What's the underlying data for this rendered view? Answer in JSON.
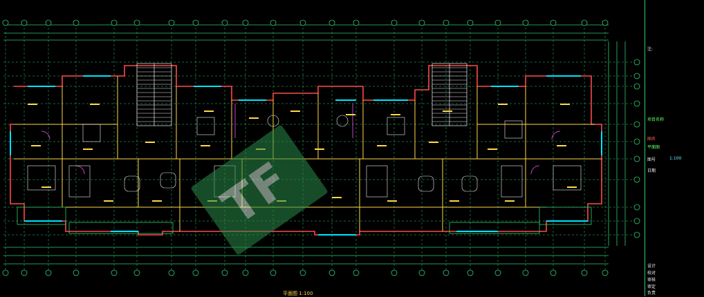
{
  "drawing": {
    "caption": "平面图 1:100",
    "colors": {
      "background": "#000000",
      "dimension": "#2ecc71",
      "wall": "#ff4a4a",
      "window": "#00e5ff",
      "text": "#ffd84a",
      "furniture": "#f2f2f2",
      "door": "#ff4dff"
    },
    "title_block": {
      "notes_heading": "注:",
      "project_label": "项目名称",
      "drawing_label": "图名",
      "drawing_name": "平面图",
      "number_label": "图号",
      "scale_value": "1:100",
      "date_label": "日期",
      "signature_rows": [
        "设计",
        "校对",
        "审核",
        "审定",
        "负责"
      ]
    },
    "watermark": {
      "icon": "tf-logo-icon"
    }
  }
}
